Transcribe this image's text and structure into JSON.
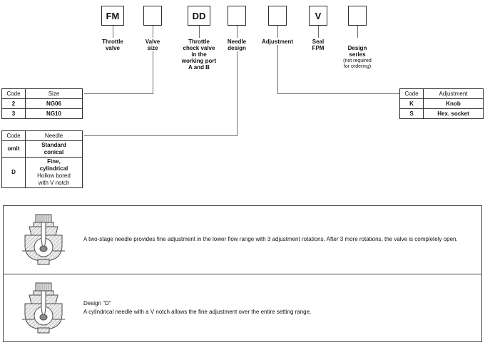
{
  "ordering": {
    "boxes": [
      {
        "code": "FM",
        "label": "Throttle\nvalve"
      },
      {
        "code": "",
        "label": "Valve\nsize"
      },
      {
        "code": "DD",
        "label": "Throttle\ncheck valve\nin the\nworking port\nA and B"
      },
      {
        "code": "",
        "label": "Needle\ndesign"
      },
      {
        "code": "",
        "label": "Adjustment"
      },
      {
        "code": "V",
        "label": "Seal\nFPM"
      },
      {
        "code": "",
        "label": "Design\nseries",
        "sublabel": "(not required\nfor ordering)"
      }
    ]
  },
  "tables": {
    "size": {
      "headers": [
        "Code",
        "Size"
      ],
      "rows": [
        [
          "2",
          "NG06"
        ],
        [
          "3",
          "NG10"
        ]
      ]
    },
    "needle": {
      "headers": [
        "Code",
        "Needle"
      ],
      "rows": [
        {
          "code": "omit",
          "main": "Standard\nconical",
          "sub": ""
        },
        {
          "code": "D",
          "main": "Fine,\ncylindrical",
          "sub": "Hollow bored\nwith V notch"
        }
      ]
    },
    "adjustment": {
      "headers": [
        "Code",
        "Adjustment"
      ],
      "rows": [
        [
          "K",
          "Knob"
        ],
        [
          "S",
          "Hex. socket"
        ]
      ]
    }
  },
  "notes": [
    {
      "text": "A two-stage needle provides fine adjustment in the lower flow range with 3 adjustment rotations. After 3 more rotations, the valve is completely open."
    },
    {
      "title": "Design \"D\"",
      "text": "A cylindrical needle with a V notch allows the fine adjustment over the entire setting range."
    }
  ],
  "colors": {
    "line": "#6e6e6e",
    "border": "#2b2b2b",
    "panel_border": "#4a4a4a"
  },
  "icons": {
    "valve_drawing": "valve-cross-section-drawing"
  }
}
